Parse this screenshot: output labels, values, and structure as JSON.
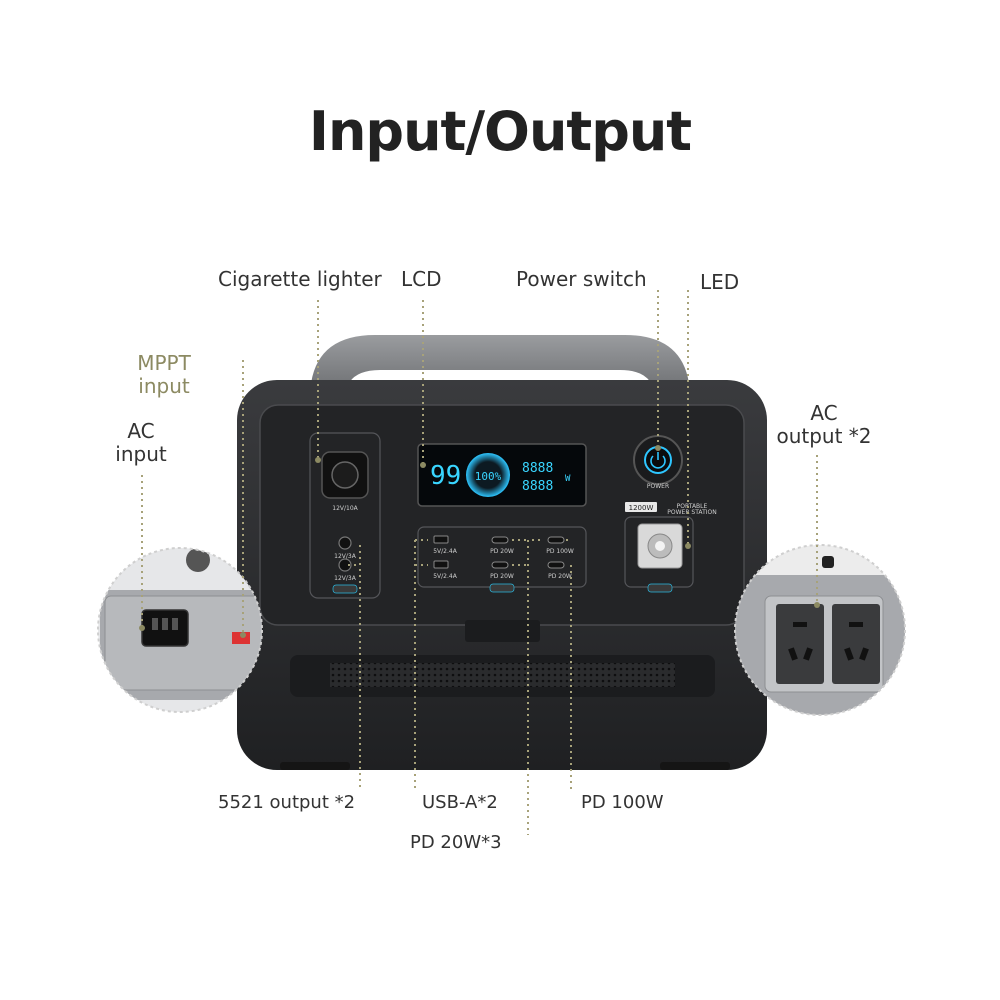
{
  "title": "Input/Output",
  "labels": {
    "cigarette_lighter": "Cigarette lighter",
    "lcd": "LCD",
    "power_switch": "Power switch",
    "led": "LED",
    "mppt_input_line1": "MPPT",
    "mppt_input_line2": "input",
    "ac_input_line1": "AC",
    "ac_input_line2": "input",
    "ac_output_line1": "AC",
    "ac_output_line2": "output *2",
    "output_5521": "5521 output *2",
    "usb_a": "USB-A*2",
    "pd_100w": "PD 100W",
    "pd_20w": "PD 20W*3"
  },
  "device": {
    "lcd_battery": "99",
    "lcd_percent": "100%",
    "lcd_input": "8888",
    "lcd_output": "8888",
    "lcd_unit": "W",
    "lighter_rating": "12V/10A",
    "dc_rating_1": "12V/3A",
    "dc_rating_2": "12V/3A",
    "usb_a_rating_1": "5V/2.4A",
    "usb_a_rating_2": "5V/2.4A",
    "pd_20w_1": "PD 20W",
    "pd_20w_2": "PD 20W",
    "pd_20w_3": "PD 20W",
    "pd_100w": "PD 100W",
    "power_text": "POWER",
    "capacity_badge": "1200W",
    "brand_line1": "PORTABLE",
    "brand_line2": "POWER STATION"
  },
  "colors": {
    "label_olive": "#8c8a62",
    "leader_line": "#a7a27a",
    "body": "#2b2c2e",
    "lcd_accent": "#39d5ff"
  }
}
